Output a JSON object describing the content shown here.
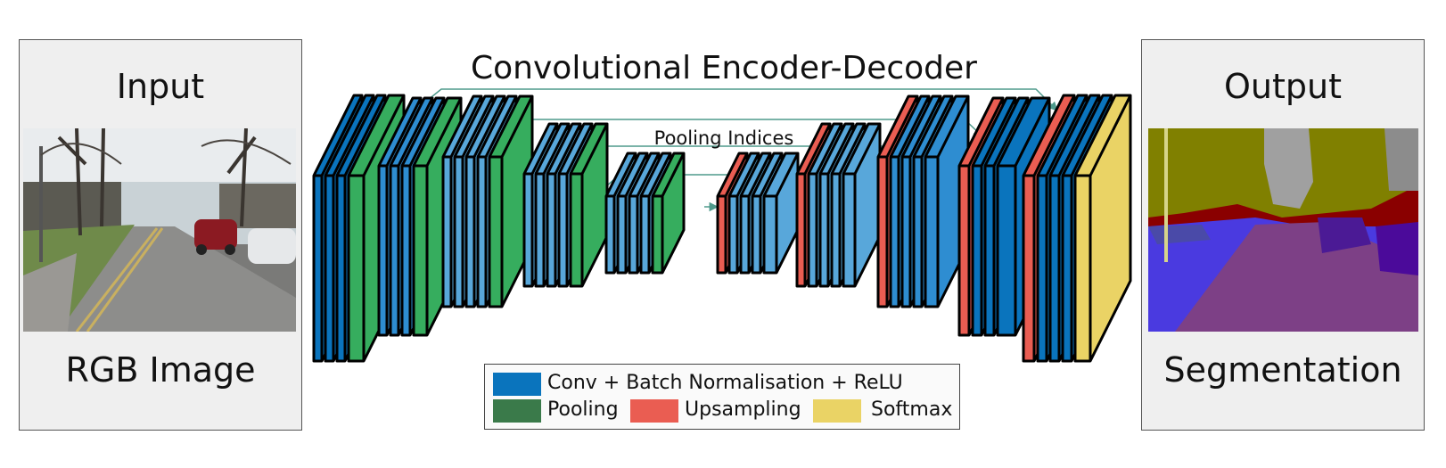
{
  "title": "Convolutional Encoder-Decoder",
  "pooling_label": "Pooling Indices",
  "input": {
    "heading": "Input",
    "caption": "RGB Image"
  },
  "output": {
    "heading": "Output",
    "caption": "Segmentation"
  },
  "legend": {
    "conv": "Conv + Batch Normalisation + ReLU",
    "pooling": "Pooling",
    "upsampling": "Upsampling",
    "softmax": "Softmax"
  },
  "colors": {
    "conv": "#0a74bd",
    "conv_light": "#58a7da",
    "conv_mid": "#2e8dd1",
    "pooling": "#36ad5e",
    "pooling_legend": "#3a7a4a",
    "upsampling": "#ea5d52",
    "softmax": "#ead365",
    "arrow": "#4f9a8c"
  }
}
